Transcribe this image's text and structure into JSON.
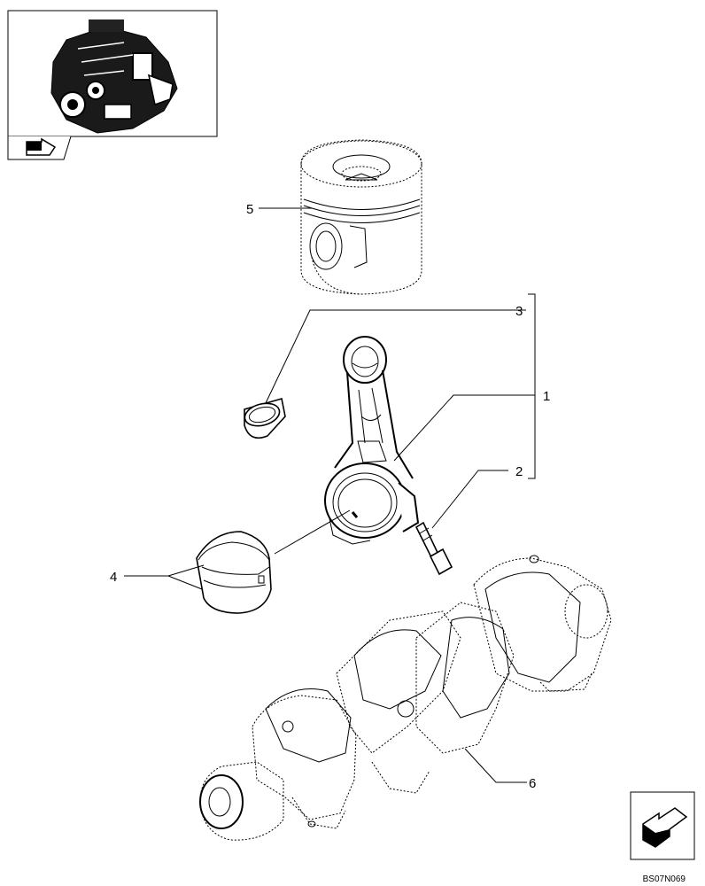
{
  "callouts": {
    "c1": "1",
    "c2": "2",
    "c3": "3",
    "c4": "4",
    "c5": "5",
    "c6": "6"
  },
  "drawing_code": "BS07N069",
  "icons": {
    "thumbnail": "engine-thumbnail-icon",
    "back_nav": "back-arrow-icon",
    "prev_nav": "previous-page-arrow-icon"
  }
}
